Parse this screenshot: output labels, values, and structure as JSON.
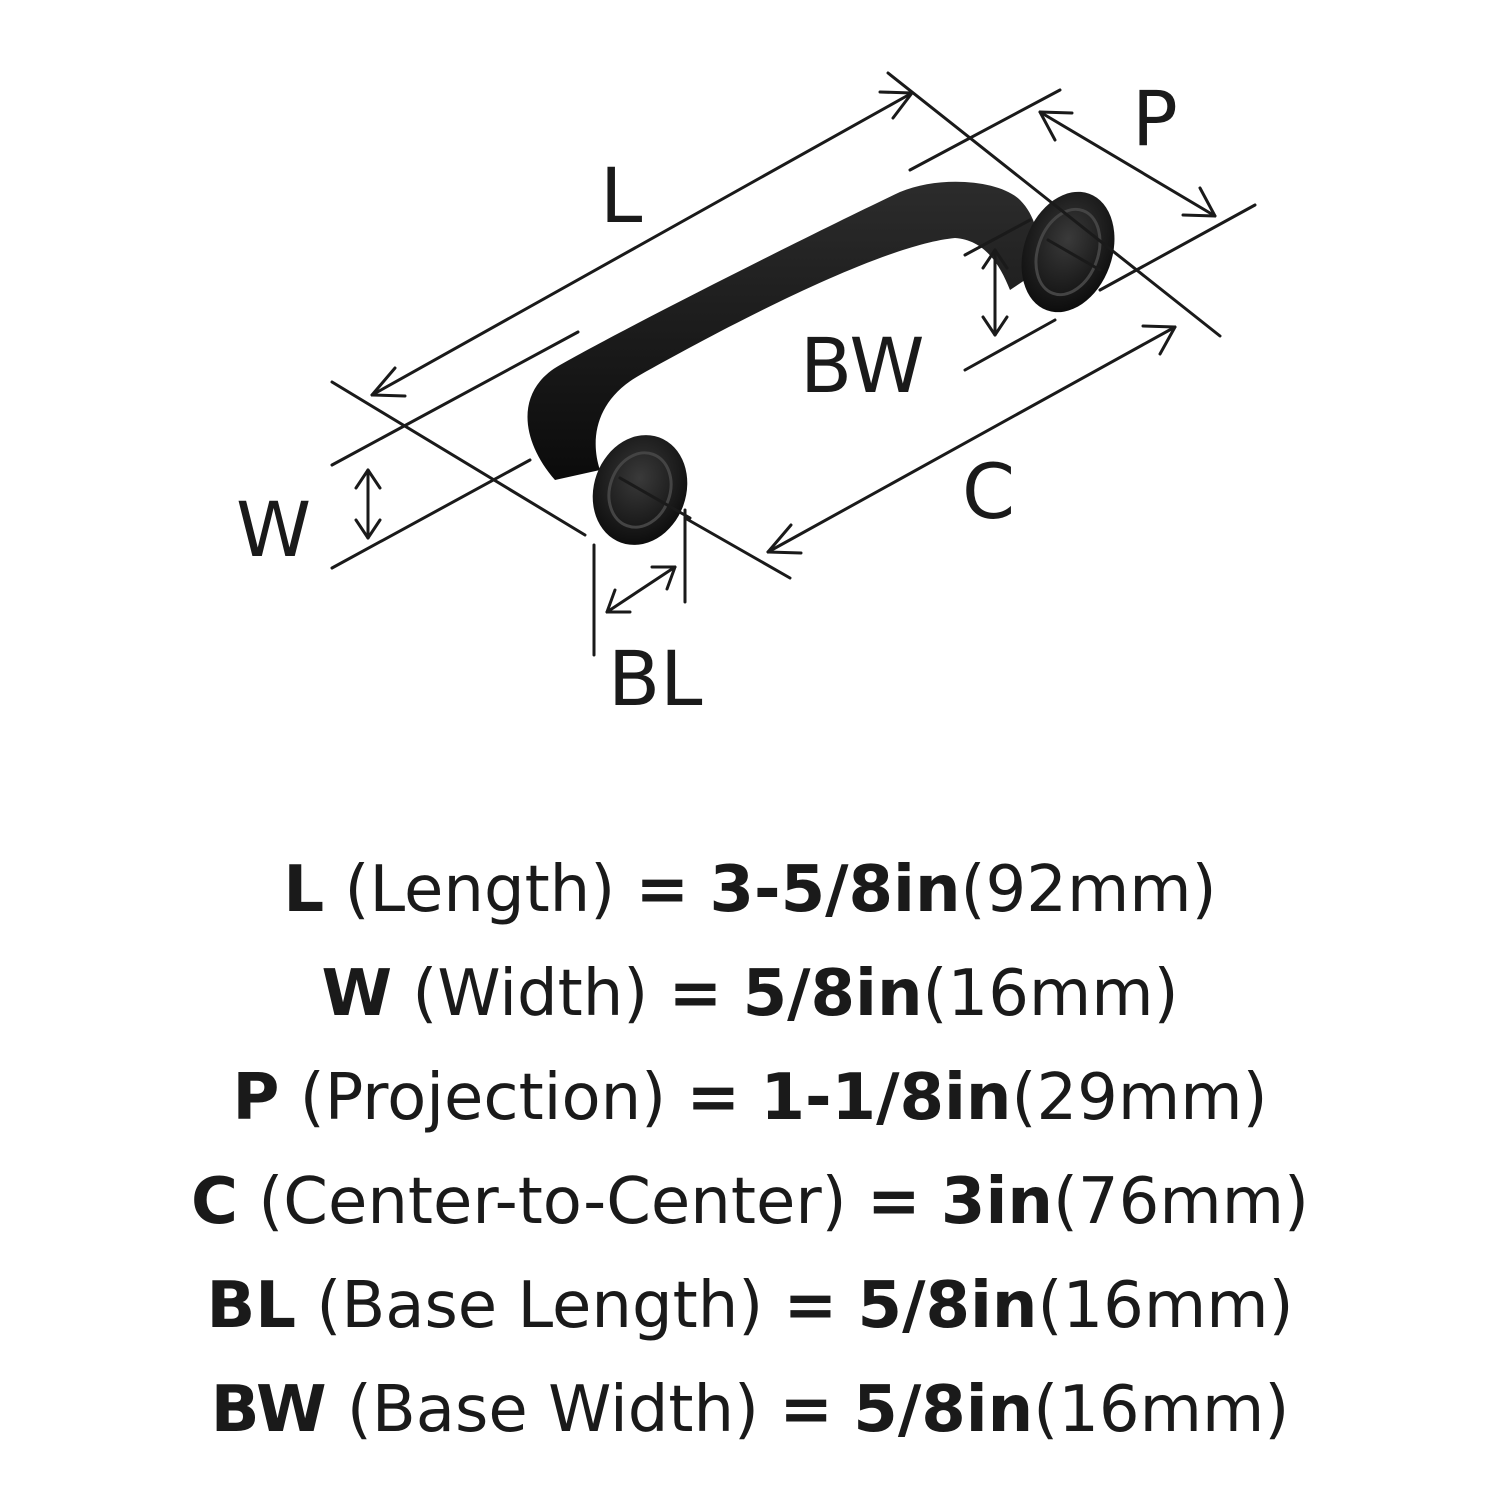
{
  "diagram": {
    "labels": {
      "L": "L",
      "P": "P",
      "BW": "BW",
      "W": "W",
      "C": "C",
      "BL": "BL"
    },
    "handle_color": "#111111",
    "line_color": "#1a1a1a"
  },
  "specs": [
    {
      "symbol": "L",
      "name": "(Length)",
      "equals": "=",
      "imperial": "3-5/8in",
      "metric": "(92mm)"
    },
    {
      "symbol": "W",
      "name": "(Width)",
      "equals": "=",
      "imperial": "5/8in",
      "metric": "(16mm)"
    },
    {
      "symbol": "P",
      "name": "(Projection)",
      "equals": "=",
      "imperial": "1-1/8in",
      "metric": "(29mm)"
    },
    {
      "symbol": "C",
      "name": "(Center-to-Center)",
      "equals": "=",
      "imperial": "3in",
      "metric": "(76mm)"
    },
    {
      "symbol": "BL",
      "name": "(Base Length)",
      "equals": "=",
      "imperial": "5/8in",
      "metric": "(16mm)"
    },
    {
      "symbol": "BW",
      "name": "(Base Width)",
      "equals": "=",
      "imperial": "5/8in",
      "metric": "(16mm)"
    }
  ]
}
